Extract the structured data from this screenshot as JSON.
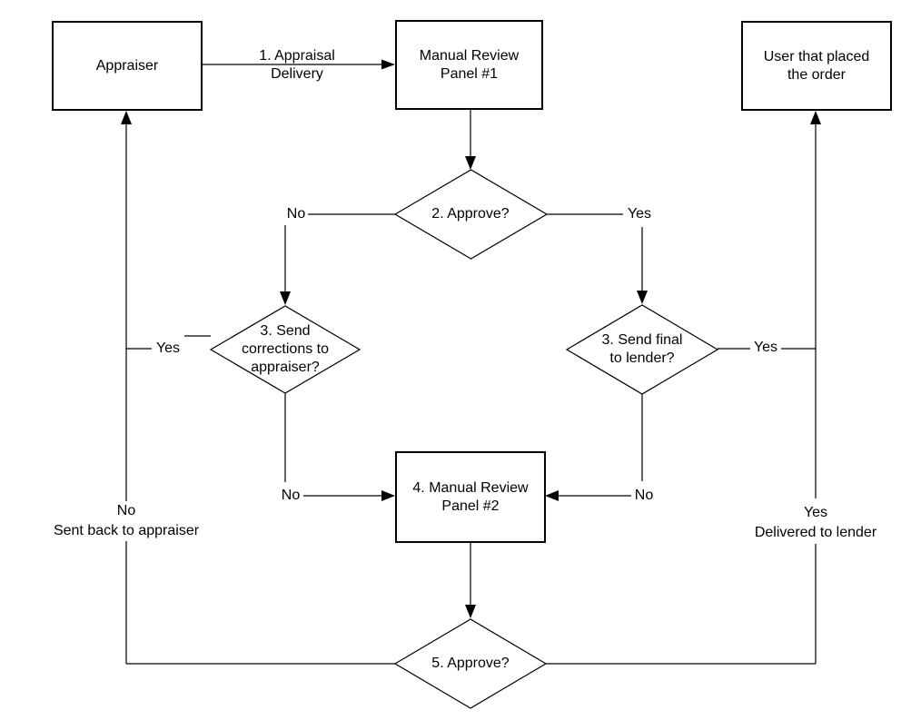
{
  "nodes": {
    "appraiser": {
      "label": "Appraiser"
    },
    "manual_review_panel_1": {
      "label": "Manual Review\nPanel #1"
    },
    "user_order": {
      "label": "User that placed\nthe order"
    },
    "manual_review_panel_2": {
      "label": "4. Manual Review\nPanel #2"
    },
    "approve_1": {
      "label": "2. Approve?"
    },
    "send_corrections": {
      "label": "3. Send\ncorrections to\nappraiser?"
    },
    "send_final": {
      "label": "3. Send final\nto lender?"
    },
    "approve_2": {
      "label": "5. Approve?"
    }
  },
  "edge_labels": {
    "appraisal_delivery": "1. Appraisal\nDelivery",
    "approve1_no": "No",
    "approve1_yes": "Yes",
    "corrections_yes": "Yes",
    "corrections_no": "No",
    "final_yes": "Yes",
    "final_no": "No",
    "approve2_no": "No\nSent back to appraiser",
    "approve2_yes": "Yes\nDelivered to lender"
  },
  "colors": {
    "line": "#000000",
    "text": "#000000",
    "background": "#ffffff",
    "node_fill": "#ffffff"
  }
}
